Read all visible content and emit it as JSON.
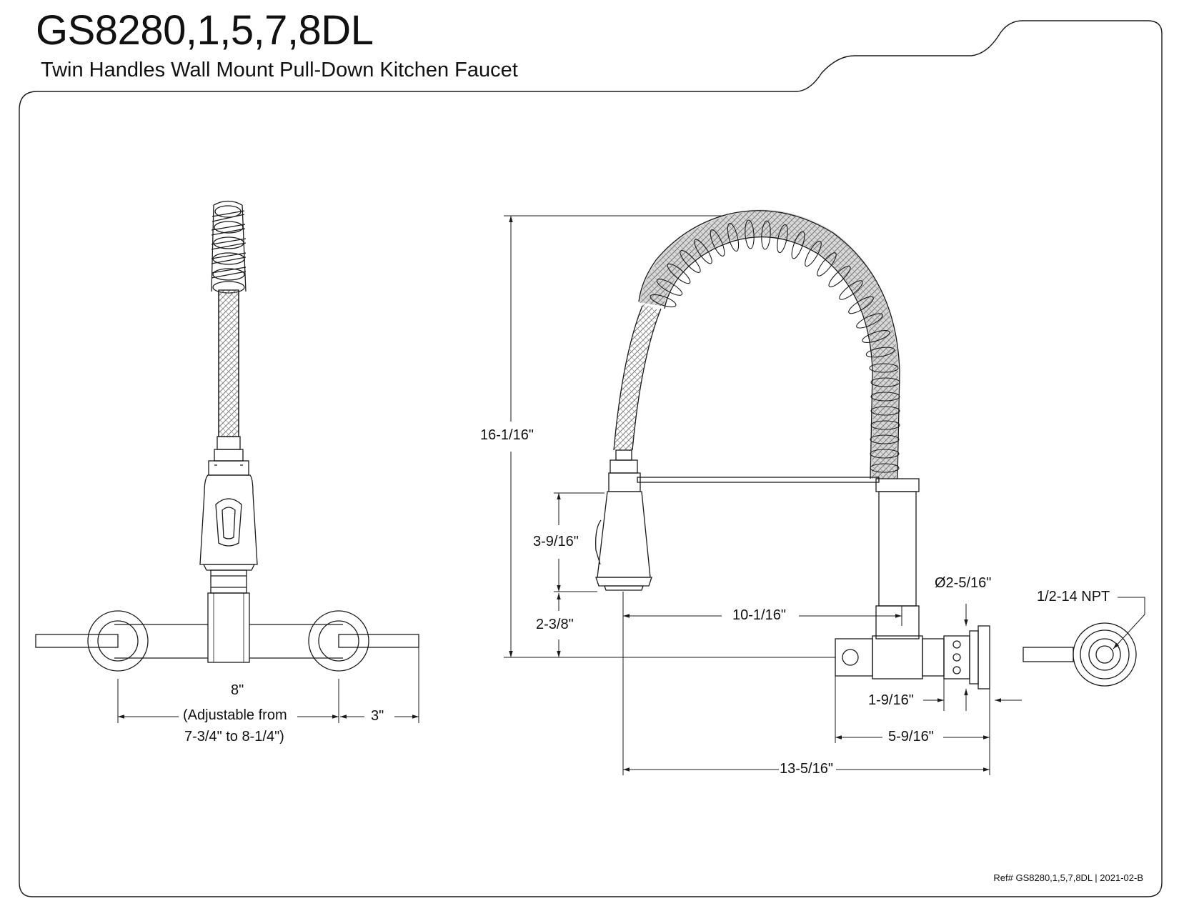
{
  "header": {
    "model": "GS8280,1,5,7,8DL",
    "description": "Twin Handles Wall Mount Pull-Down Kitchen Faucet"
  },
  "front_view": {
    "center_spacing": "8\"",
    "adjustable_line1": "(Adjustable from",
    "adjustable_line2": "7-3/4\" to 8-1/4\")",
    "handle_reach": "3\""
  },
  "side_view": {
    "total_height": "16-1/16\"",
    "sprayer_height": "3-9/16\"",
    "spout_clearance": "2-3/8\"",
    "spout_reach": "10-1/16\"",
    "flange_diameter": "Ø2-5/16\"",
    "arm_depth": "1-9/16\"",
    "body_depth": "5-9/16\"",
    "overall_depth": "13-5/16\""
  },
  "end_view": {
    "connection": "1/2-14 NPT"
  },
  "footer": {
    "reference": "Ref# GS8280,1,5,7,8DL | 2021-02-B"
  },
  "colors": {
    "line": "#1a1a1a",
    "hose": "#777777",
    "background": "#ffffff"
  }
}
